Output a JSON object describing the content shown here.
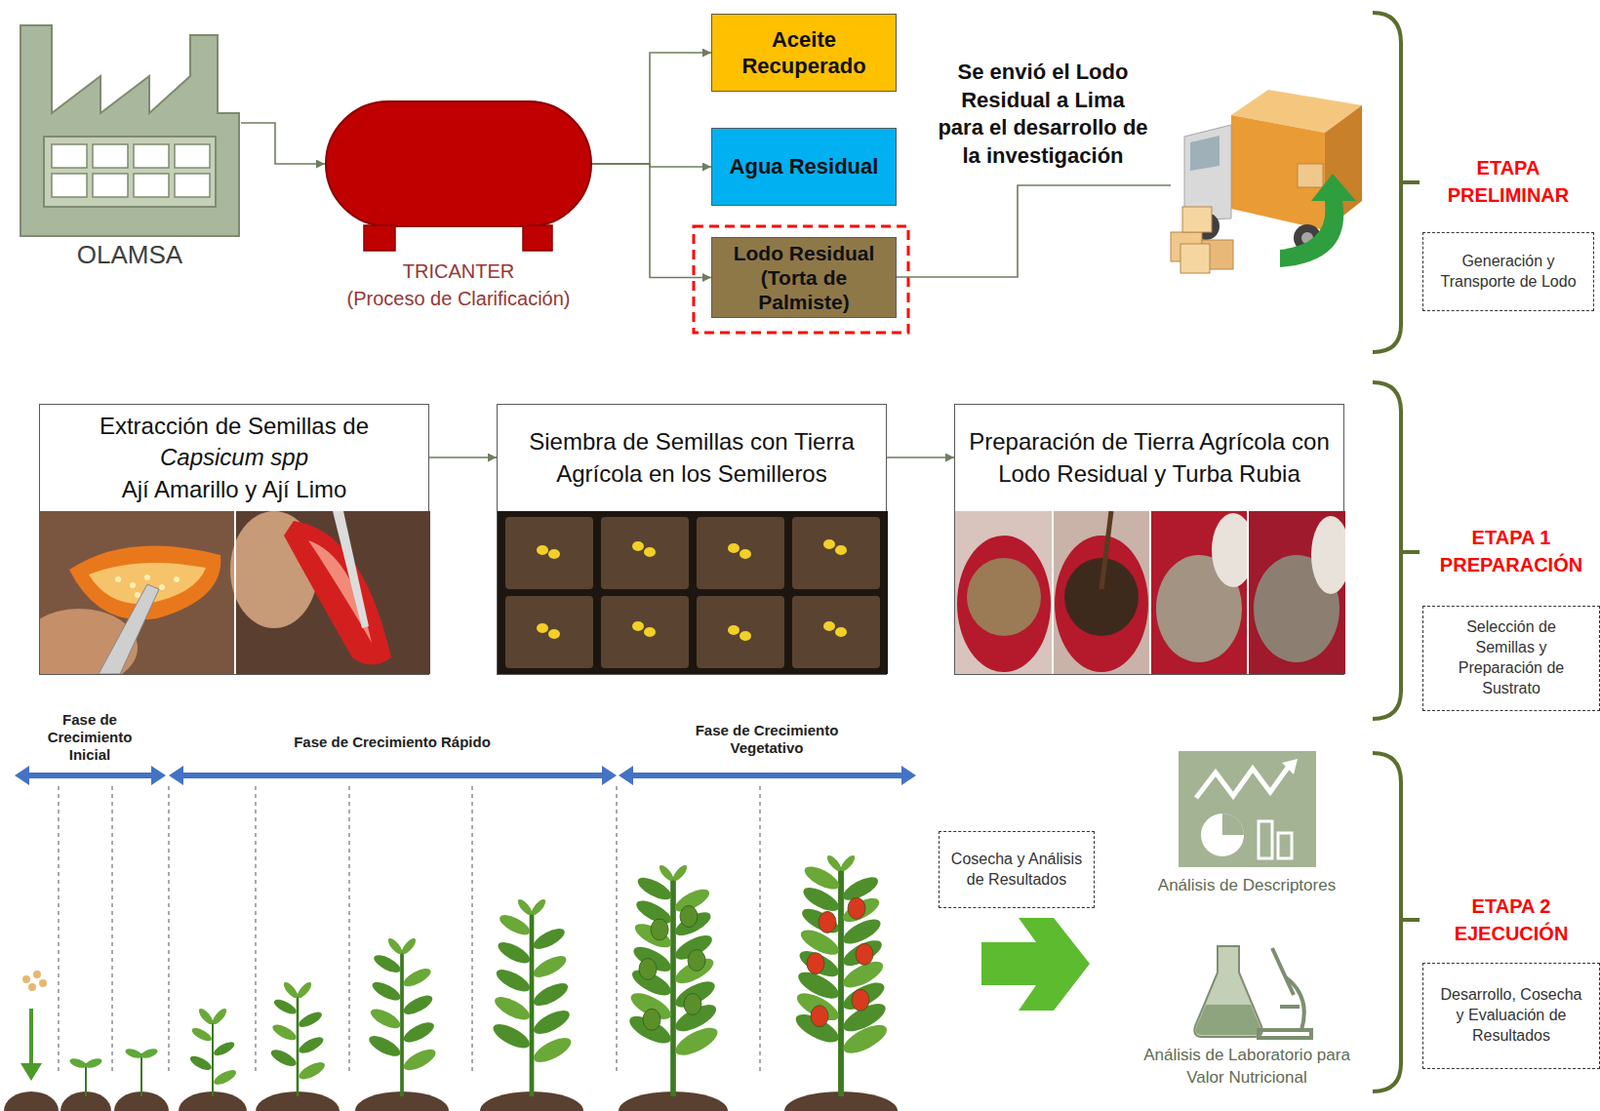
{
  "diagram": {
    "nodes": [
      {
        "text": [
          "OLAMSA"
        ]
      },
      {
        "text": [
          "TRICANTER",
          "(Proceso de Clarificación)"
        ]
      },
      {
        "text": [
          "Aceite Recuperado"
        ]
      },
      {
        "text": [
          "Agua Residual"
        ]
      },
      {
        "text": [
          "Lodo Residual (Torta de Palmiste)"
        ]
      },
      {
        "text": [
          "ETAPA PRELIMINAR",
          "Generación y Transporte de Lodo"
        ]
      },
      {
        "text": [
          "Extracción de Semillas de",
          "Capsicum spp",
          "Ají Amarillo y Ají Limo"
        ]
      },
      {
        "text": [
          "Siembra de Semillas con Tierra Agrícola en los Semilleros"
        ]
      },
      {
        "text": [
          "Preparación de Tierra Agrícola con Lodo Residual y Turba Rubia"
        ]
      },
      {
        "text": [
          "ETAPA 1 PREPARACIÓN",
          "Selección de Semillas y Preparación de Sustrato"
        ]
      },
      {
        "text": [
          "Cosecha y Análisis de Resultados"
        ]
      },
      {
        "text": [
          "Análisis de Descriptores"
        ]
      },
      {
        "text": [
          "Análisis de Laboratorio para Valor Nutricional"
        ]
      },
      {
        "text": [
          "ETAPA 2 EJECUCIÓN",
          "Desarrollo, Cosecha y Evaluación de Resultados"
        ]
      }
    ],
    "edges": [
      {
        "from": 0,
        "to": 1,
        "arrow": "to"
      },
      {
        "from": 1,
        "to": 2,
        "arrow": "to"
      },
      {
        "from": 1,
        "to": 3,
        "arrow": "to"
      },
      {
        "from": 1,
        "to": 4,
        "arrow": "to"
      },
      {
        "from": 6,
        "to": 7,
        "arrow": "to"
      },
      {
        "from": 7,
        "to": 8,
        "arrow": "to"
      }
    ],
    "labels": [
      "Se envió el Lodo Residual a Lima para el desarrollo de la investigación",
      "Fase de Crecimiento Inicial",
      "Fase de Crecimiento Rápido",
      "Fase de Crecimiento Vegetativo"
    ]
  }
}
